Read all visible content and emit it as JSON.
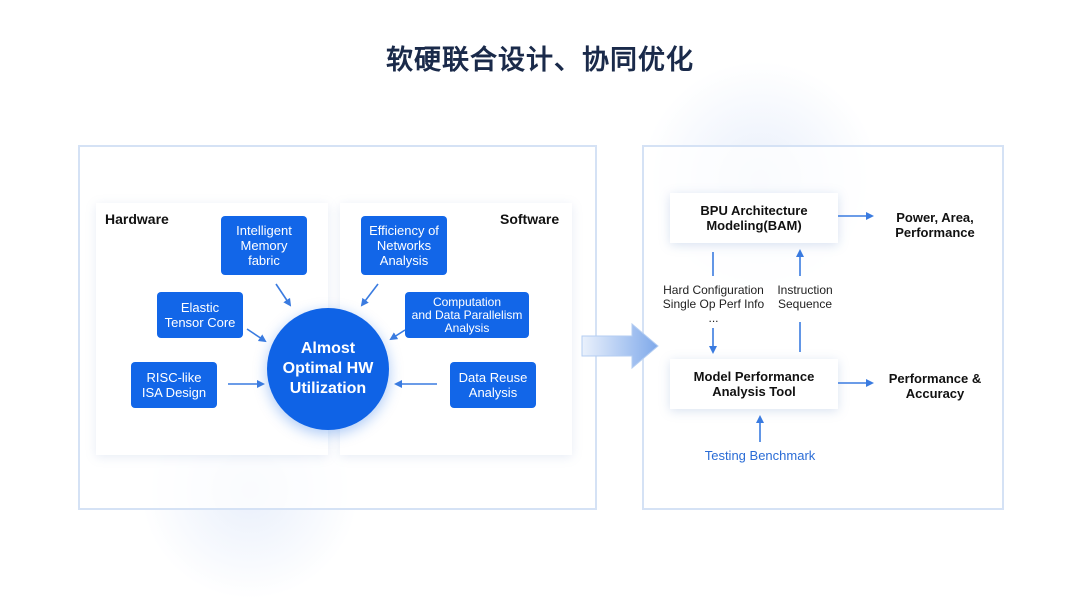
{
  "title": "软硬联合设计、协同优化",
  "left": {
    "hardware_label": "Hardware",
    "software_label": "Software",
    "center": "Almost\nOptimal HW\nUtilization",
    "hardware_items": [
      {
        "label": "Intelligent\nMemory\nfabric"
      },
      {
        "label": "Elastic\nTensor Core"
      },
      {
        "label": "RISC-like\nISA Design"
      }
    ],
    "software_items": [
      {
        "label": "Efficiency of\nNetworks\nAnalysis"
      },
      {
        "label": "Computation\nand Data  Parallelism\nAnalysis"
      },
      {
        "label": "Data Reuse\nAnalysis"
      }
    ]
  },
  "right": {
    "bam_box": "BPU Architecture\nModeling(BAM)",
    "bam_output": "Power, Area,\nPerformance",
    "model_box": "Model Performance\nAnalysis Tool",
    "model_output": "Performance &\nAccuracy",
    "down_label": "Hard Configuration\nSingle Op Perf Info\n...",
    "up_label": "Instruction\nSequence",
    "benchmark": "Testing Benchmark"
  },
  "colors": {
    "accent": "#1266e8",
    "panel_border": "#d5e2f5",
    "arrow": "#3a7be0",
    "benchmark_text": "#2a6cd6"
  }
}
